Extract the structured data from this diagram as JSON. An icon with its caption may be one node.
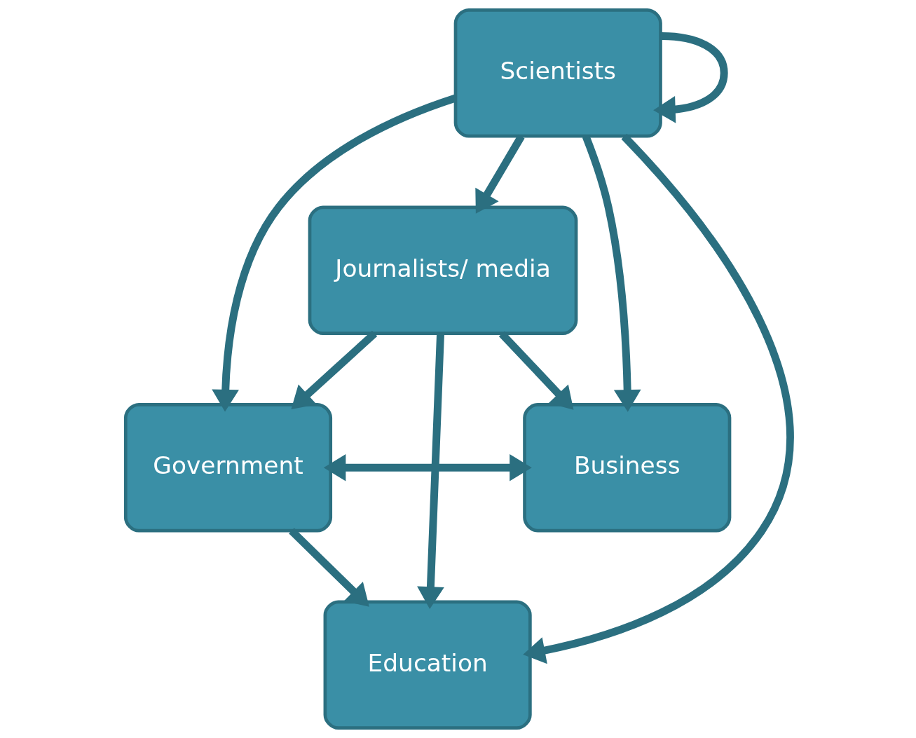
{
  "diagram": {
    "nodes": [
      {
        "text": [
          "Scientists"
        ]
      },
      {
        "text": [
          "Journalists/ media"
        ]
      },
      {
        "text": [
          "Government"
        ]
      },
      {
        "text": [
          "Business"
        ]
      },
      {
        "text": [
          "Education"
        ]
      }
    ],
    "edges": [
      {
        "from": 0,
        "to": 0,
        "arrow": "to"
      },
      {
        "from": 0,
        "to": 1,
        "arrow": "to"
      },
      {
        "from": 0,
        "to": 4,
        "arrow": "to"
      },
      {
        "from": 0,
        "to": 2,
        "arrow": "to"
      },
      {
        "from": 0,
        "to": 3,
        "arrow": "to"
      },
      {
        "from": 1,
        "to": 3,
        "arrow": "to"
      },
      {
        "from": 1,
        "to": 2,
        "arrow": "to"
      },
      {
        "from": 1,
        "to": 4,
        "arrow": "to"
      },
      {
        "from": 2,
        "to": 3,
        "arrow": "both"
      },
      {
        "from": 2,
        "to": 4,
        "arrow": "to"
      }
    ]
  }
}
